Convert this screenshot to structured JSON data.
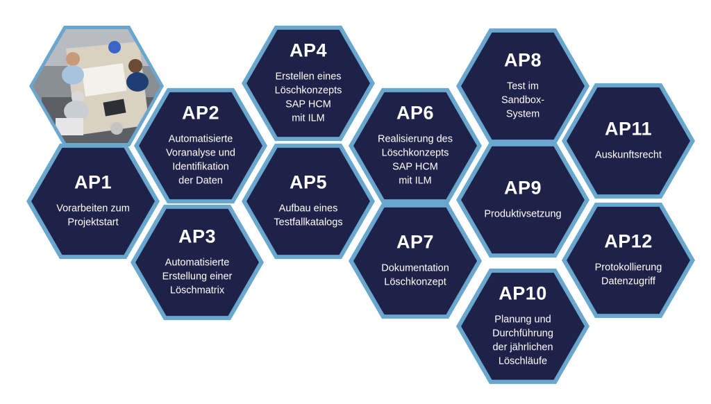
{
  "colors": {
    "fill": "#1f2248",
    "border": "#6aa7cf",
    "text": "#ffffff"
  },
  "packages": [
    {
      "id": "ap1",
      "title": "AP1",
      "desc": "Vorarbeiten zum\nProjektstart"
    },
    {
      "id": "ap2",
      "title": "AP2",
      "desc": "Automatisierte\nVoranalyse und\nIdentifikation\nder Daten"
    },
    {
      "id": "ap3",
      "title": "AP3",
      "desc": "Automatisierte\nErstellung einer\nLöschmatrix"
    },
    {
      "id": "ap4",
      "title": "AP4",
      "desc": "Erstellen eines\nLöschkonzepts\nSAP HCM\nmit ILM"
    },
    {
      "id": "ap5",
      "title": "AP5",
      "desc": "Aufbau eines\nTestfallkatalogs"
    },
    {
      "id": "ap6",
      "title": "AP6",
      "desc": "Realisierung des\nLöschkonzepts\nSAP HCM\nmit ILM"
    },
    {
      "id": "ap7",
      "title": "AP7",
      "desc": "Dokumentation\nLöschkonzept"
    },
    {
      "id": "ap8",
      "title": "AP8",
      "desc": "Test im\nSandbox-\nSystem"
    },
    {
      "id": "ap9",
      "title": "AP9",
      "desc": "Produktivsetzung"
    },
    {
      "id": "ap10",
      "title": "AP10",
      "desc": "Planung und\nDurchführung\nder jährlichen\nLöschläufe"
    },
    {
      "id": "ap11",
      "title": "AP11",
      "desc": "Auskunftsrecht"
    },
    {
      "id": "ap12",
      "title": "AP12",
      "desc": "Protokollierung\nDatenzugriff"
    }
  ],
  "photo": {
    "icon": "team-meeting-photo"
  }
}
